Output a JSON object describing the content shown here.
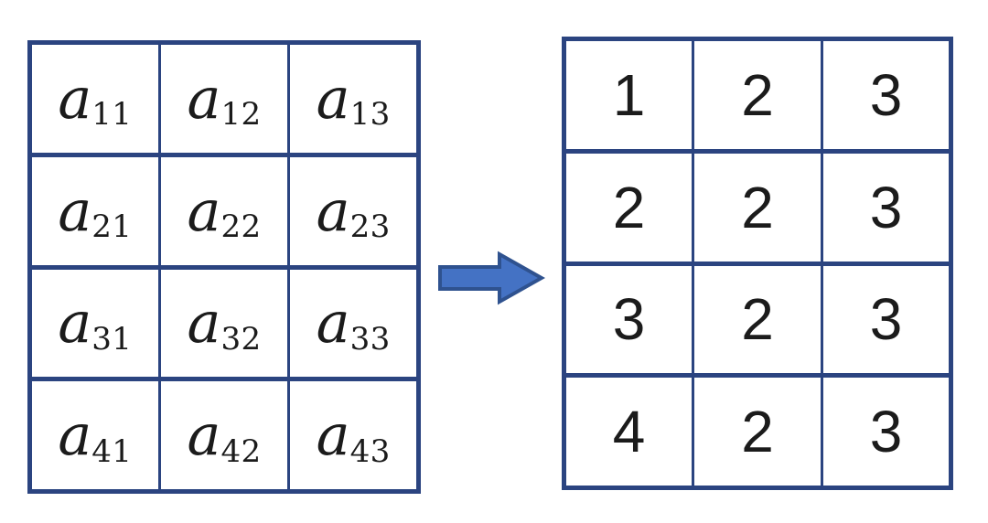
{
  "colors": {
    "table_border": "#2B4480",
    "text": "#1B1B1B",
    "background": "#FFFFFF",
    "arrow_fill": "#4472C4",
    "arrow_stroke": "#2F528F"
  },
  "left_table": {
    "rows": [
      [
        {
          "base": "a",
          "sub": "11"
        },
        {
          "base": "a",
          "sub": "12"
        },
        {
          "base": "a",
          "sub": "13"
        }
      ],
      [
        {
          "base": "a",
          "sub": "21"
        },
        {
          "base": "a",
          "sub": "22"
        },
        {
          "base": "a",
          "sub": "23"
        }
      ],
      [
        {
          "base": "a",
          "sub": "31"
        },
        {
          "base": "a",
          "sub": "32"
        },
        {
          "base": "a",
          "sub": "33"
        }
      ],
      [
        {
          "base": "a",
          "sub": "41"
        },
        {
          "base": "a",
          "sub": "42"
        },
        {
          "base": "a",
          "sub": "43"
        }
      ]
    ]
  },
  "arrow": {
    "icon": "right-arrow-icon"
  },
  "right_table": {
    "rows": [
      [
        "1",
        "2",
        "3"
      ],
      [
        "2",
        "2",
        "3"
      ],
      [
        "3",
        "2",
        "3"
      ],
      [
        "4",
        "2",
        "3"
      ]
    ]
  }
}
